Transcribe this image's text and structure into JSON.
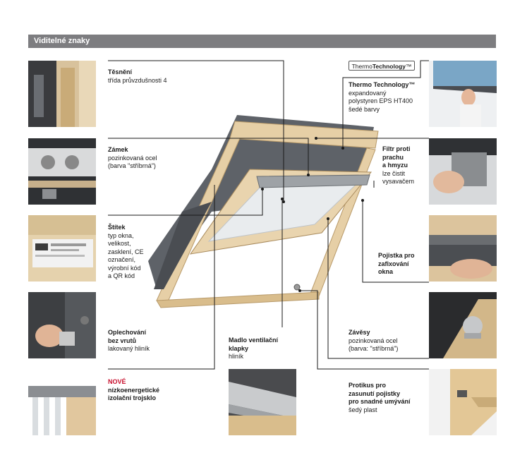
{
  "header": {
    "title": "Viditelné znaky"
  },
  "badge": {
    "thin": "Thermo",
    "bold": "Technology",
    "tm": "™"
  },
  "labels": {
    "tesneni": {
      "title": "Těsnění",
      "lines": [
        "třída průvzdušnosti 4"
      ]
    },
    "zamek": {
      "title": "Zámek",
      "lines": [
        "pozinkovaná ocel",
        "(barva \"stříbrná\")"
      ]
    },
    "stitek": {
      "title": "Štítek",
      "lines": [
        "typ okna,",
        "velikost,",
        "zasklení, CE",
        "označení,",
        "výrobní kód",
        "a QR kód"
      ]
    },
    "oplechovani": {
      "title": "Oplechování",
      "title2": "bez vrutů",
      "lines": [
        "lakovaný hliník"
      ]
    },
    "trojsklo": {
      "new": "NOVÉ",
      "title": "nízkoenergetické",
      "title2": "izolační trojsklo"
    },
    "madlo": {
      "title": "Madlo ventilační",
      "title2": "klapky",
      "lines": [
        "hliník"
      ]
    },
    "thermo": {
      "title": "Thermo Technology™",
      "lines": [
        "expandovaný",
        "polystyren  EPS HT400",
        "šedé barvy"
      ]
    },
    "filtr": {
      "title": "Filtr proti",
      "title2": "prachu",
      "title3": "a hmyzu",
      "lines": [
        "lze čistit",
        "vysavačem"
      ]
    },
    "pojistka": {
      "title": "Pojistka pro",
      "title2": "zafixování",
      "title3": "okna"
    },
    "zavesy": {
      "title": "Závěsy",
      "lines": [
        "pozinkovaná ocel",
        "(barva: \"stříbrná\")"
      ]
    },
    "protikus": {
      "title": "Protikus pro",
      "title2": "zasunutí pojistky",
      "title3": "pro snadné umývání",
      "lines": [
        "šedý plast"
      ]
    }
  },
  "colors": {
    "header": "#7d7d80",
    "accent_red": "#c8102e",
    "line": "#1a1a1a",
    "wood": "#e6cfa6",
    "frame_grey": "#5e6268"
  }
}
